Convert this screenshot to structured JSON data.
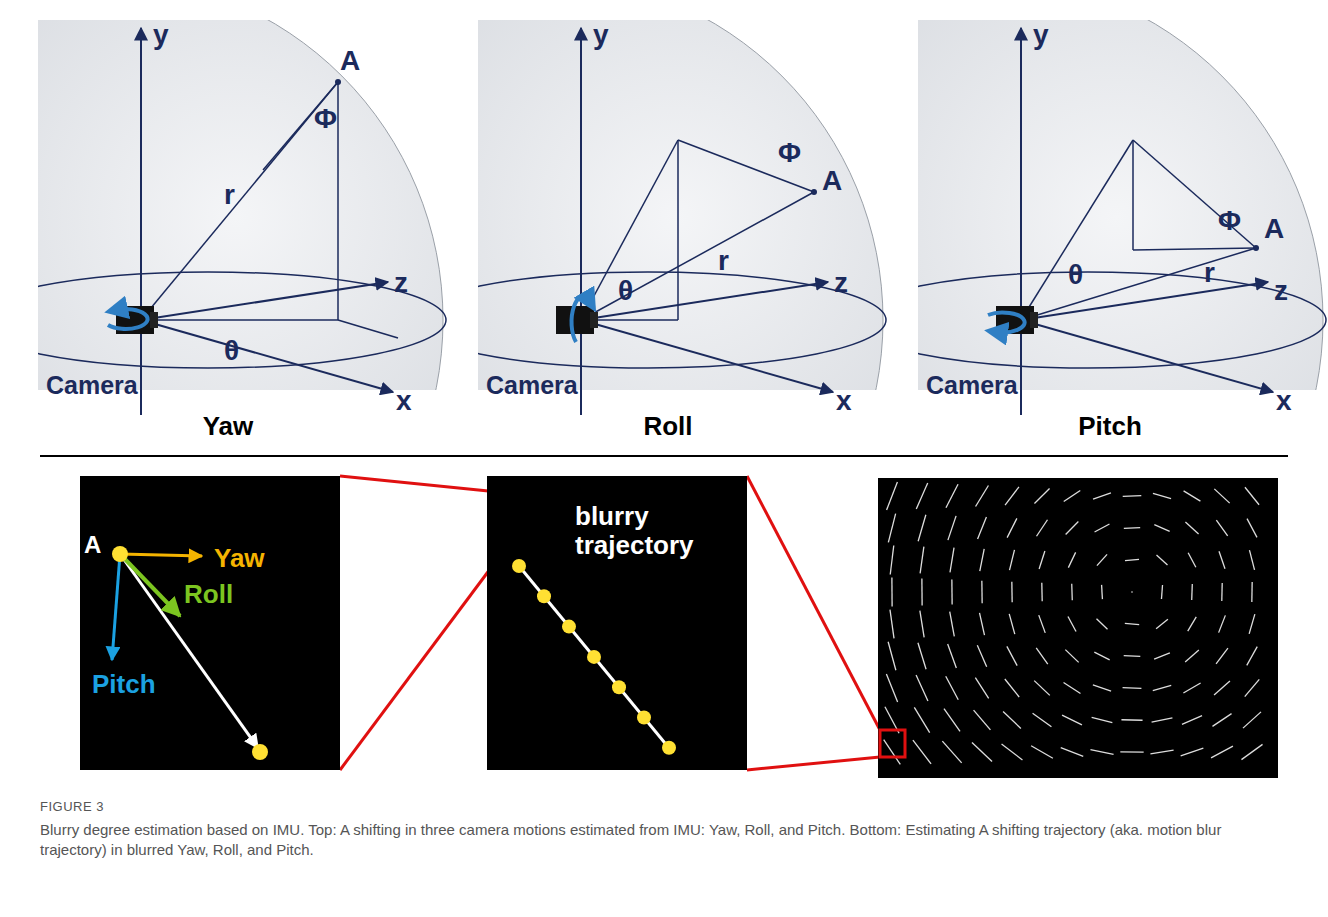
{
  "diagram": {
    "caption": "Blurry degree estimation based on IMU. Top: A shifting in three camera motions estimated from IMU: Yaw, Roll, and Pitch. Bottom: Estimating A shifting trajectory (aka. motion blur trajectory) in blurred Yaw, Roll, and Pitch.",
    "nodes": [
      {
        "text": [
          "A",
          "Yaw",
          "Roll",
          "Pitch"
        ]
      },
      {
        "text": [
          "blurry trajectory"
        ]
      }
    ],
    "labels": [
      "y",
      "A",
      "Φ",
      "r",
      "z",
      "θ",
      "x",
      "Camera",
      "y",
      "A",
      "Φ",
      "r",
      "z",
      "θ",
      "x",
      "Camera",
      "y",
      "A",
      "Φ",
      "r",
      "z",
      "θ",
      "x",
      "Camera",
      "Yaw",
      "Roll",
      "Pitch",
      "FIGURE 3"
    ]
  }
}
